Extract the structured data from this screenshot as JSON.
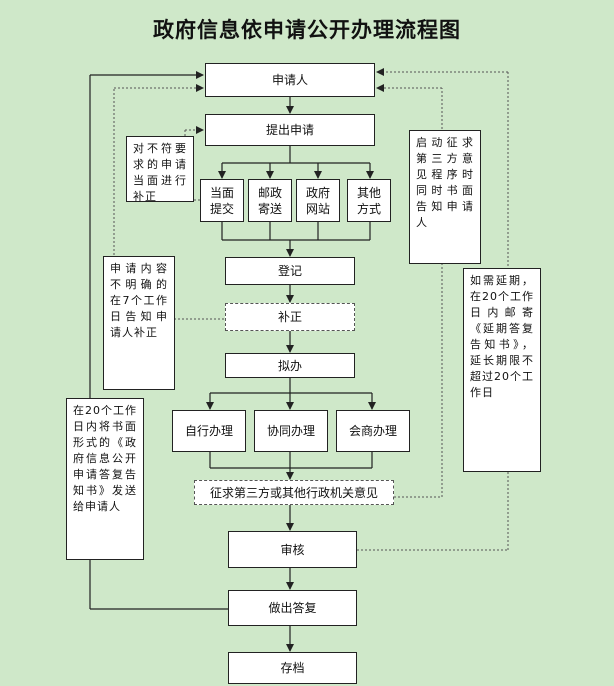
{
  "title": "政府信息依申请公开办理流程图",
  "steps": {
    "applicant": "申请人",
    "submit": "提出申请",
    "methods": [
      "当面\n提交",
      "邮政\n寄送",
      "政府\n网站",
      "其他\n方式"
    ],
    "register": "登记",
    "supplement": "补正",
    "draft": "拟办",
    "handling": [
      "自行办理",
      "协同办理",
      "会商办理"
    ],
    "consult": "征求第三方或其他行政机关意见",
    "review": "审核",
    "reply": "做出答复",
    "archive": "存档"
  },
  "notes": {
    "nonconform": "对不符要求的申请当面进行补正",
    "unclear": "申请内容不明确的在7个工作日告知申请人补正",
    "deliver": "在20个工作日内将书面形式的《政府信息公开申请答复告知书》发送给申请人",
    "third_party": "启动征求第三方意见程序时同时书面告知申请人",
    "extension": "如需延期，在20个工作日内邮寄《延期答复告知书》，延长期限不超过20个工作日"
  }
}
